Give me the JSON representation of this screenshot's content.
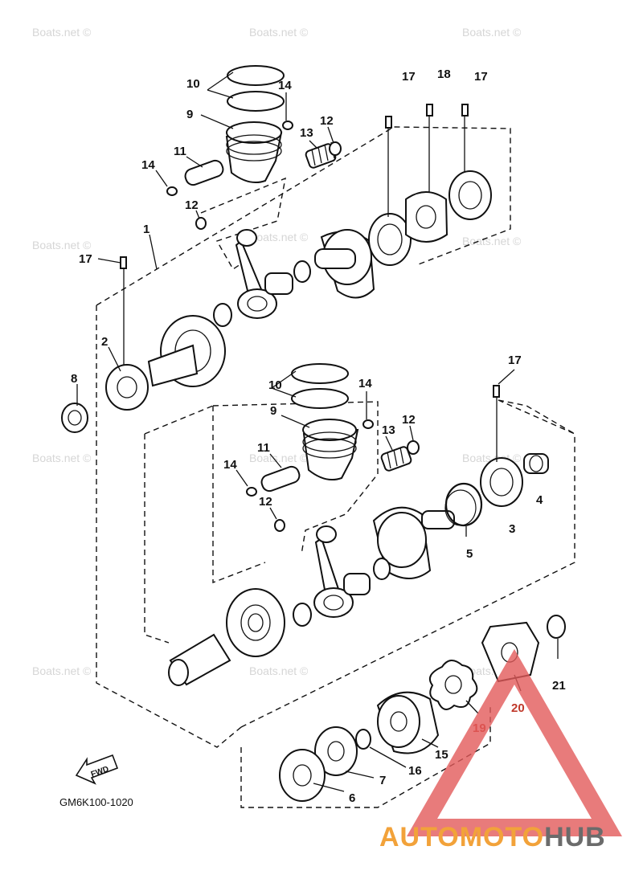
{
  "watermark": "Boats.net ©",
  "diagram_code": "GM6K100-1020",
  "fwd_label": "FWD",
  "brand": {
    "part1": "AUTOMOTO",
    "part2": "HUB",
    "color_orange": "#f2a23a",
    "color_gray": "#6b6b6b",
    "color_red": "#e25a5a"
  },
  "callouts": {
    "c1": "1",
    "c2": "2",
    "c3": "3",
    "c4": "4",
    "c5": "5",
    "c6": "6",
    "c7": "7",
    "c8": "8",
    "c9a": "9",
    "c9b": "9",
    "c10a": "10",
    "c10b": "10",
    "c11a": "11",
    "c11b": "11",
    "c12a": "12",
    "c12b": "12",
    "c12c": "12",
    "c12d": "12",
    "c13a": "13",
    "c13b": "13",
    "c14a": "14",
    "c14b": "14",
    "c14c": "14",
    "c14d": "14",
    "c15": "15",
    "c16": "16",
    "c17a": "17",
    "c17b": "17",
    "c17c": "17",
    "c17d": "17",
    "c18": "18",
    "c19": "19",
    "c20": "20",
    "c21": "21"
  }
}
